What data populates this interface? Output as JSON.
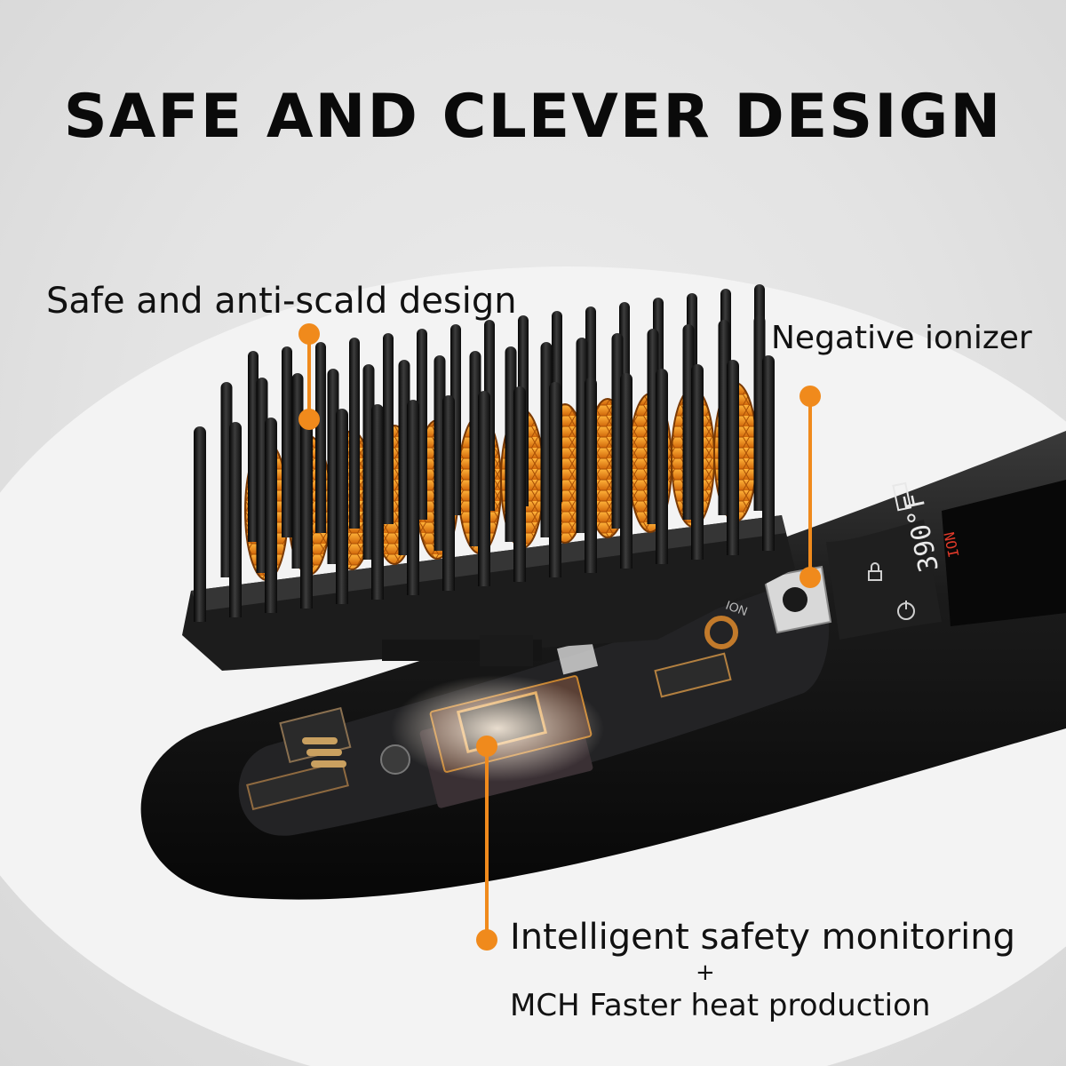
{
  "headline": "SAFE AND CLEVER DESIGN",
  "callouts": {
    "anti_scald": "Safe and anti-scald design",
    "ionizer": "Negative ionizer",
    "monitoring": "Intelligent safety monitoring",
    "plus": "+",
    "mch": "MCH Faster heat production"
  },
  "device_display": {
    "temperature": "390°F",
    "mode": "ION",
    "housing_mark": "ION"
  },
  "colors": {
    "accent_orange": "#f08a1c",
    "bristle_glow": "#f29a1e",
    "body_black": "#141414"
  },
  "icons": [
    "power-icon",
    "lock-icon",
    "battery-icon"
  ]
}
